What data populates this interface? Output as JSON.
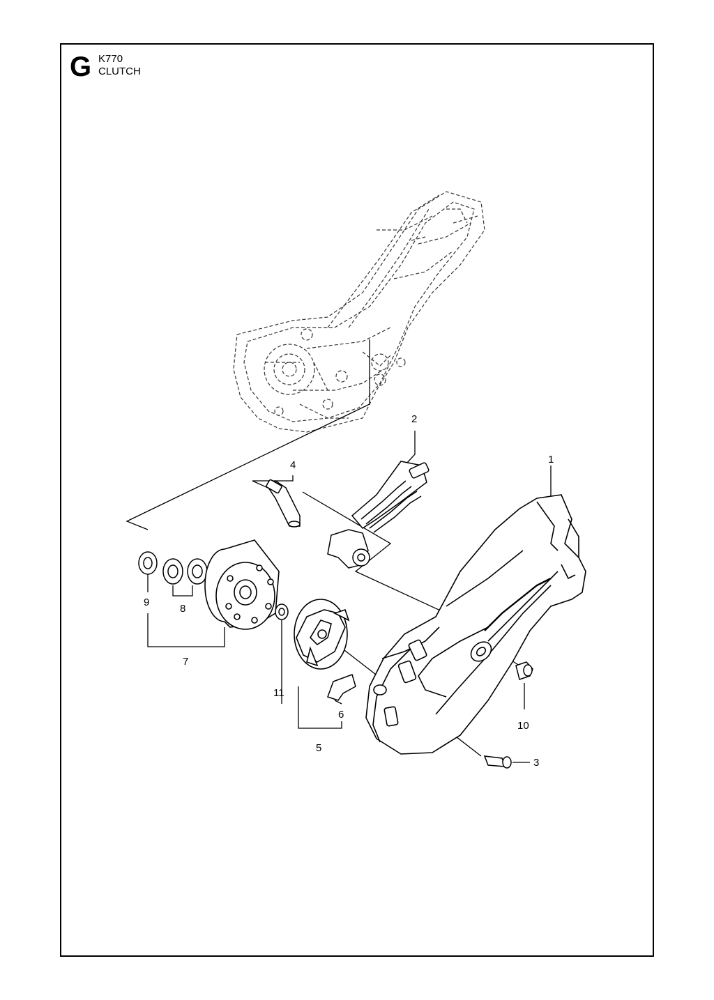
{
  "header": {
    "section_letter": "G",
    "model": "K770",
    "section_title": "CLUTCH"
  },
  "callouts": [
    {
      "id": "1",
      "text": "1"
    },
    {
      "id": "2",
      "text": "2"
    },
    {
      "id": "3",
      "text": "3"
    },
    {
      "id": "4",
      "text": "4"
    },
    {
      "id": "5",
      "text": "5"
    },
    {
      "id": "6",
      "text": "6"
    },
    {
      "id": "7",
      "text": "7"
    },
    {
      "id": "8",
      "text": "8"
    },
    {
      "id": "9",
      "text": "9"
    },
    {
      "id": "10",
      "text": "10"
    },
    {
      "id": "11",
      "text": "11"
    }
  ]
}
